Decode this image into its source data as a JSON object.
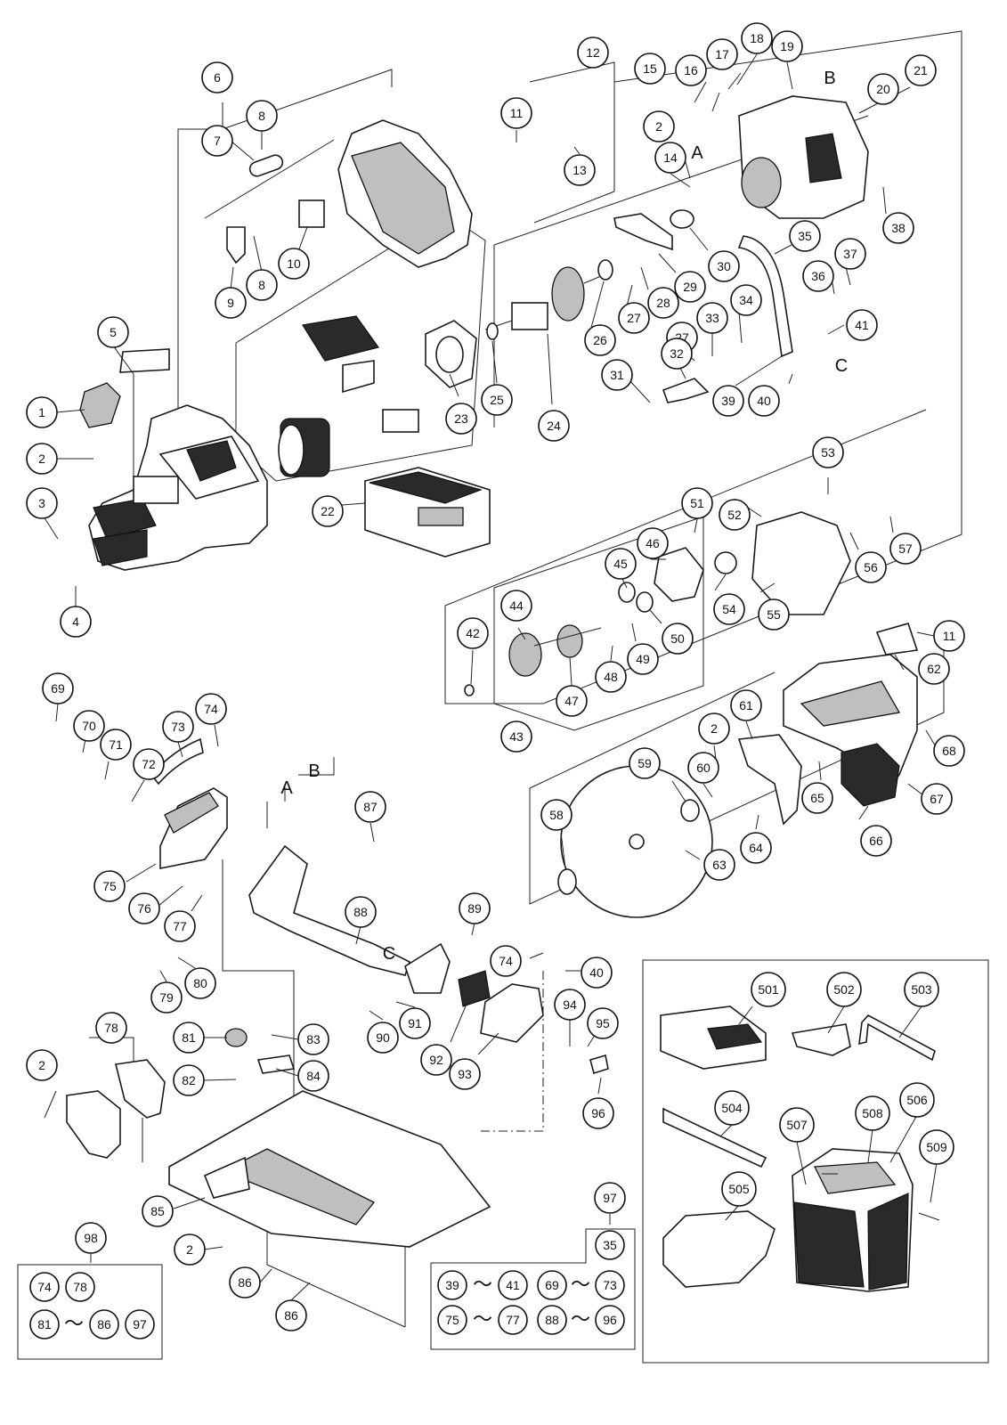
{
  "diagram": {
    "callouts": [
      {
        "id": "c1",
        "label": "1"
      },
      {
        "id": "c2a",
        "label": "2"
      },
      {
        "id": "c3",
        "label": "3"
      },
      {
        "id": "c4",
        "label": "4"
      },
      {
        "id": "c5",
        "label": "5"
      },
      {
        "id": "c6",
        "label": "6"
      },
      {
        "id": "c7",
        "label": "7"
      },
      {
        "id": "c8a",
        "label": "8"
      },
      {
        "id": "c8b",
        "label": "8"
      },
      {
        "id": "c9",
        "label": "9"
      },
      {
        "id": "c10",
        "label": "10"
      },
      {
        "id": "c11a",
        "label": "11"
      },
      {
        "id": "c12",
        "label": "12"
      },
      {
        "id": "c13",
        "label": "13"
      },
      {
        "id": "c2b",
        "label": "2"
      },
      {
        "id": "c14",
        "label": "14"
      },
      {
        "id": "c15",
        "label": "15"
      },
      {
        "id": "c16",
        "label": "16"
      },
      {
        "id": "c17",
        "label": "17"
      },
      {
        "id": "c18",
        "label": "18"
      },
      {
        "id": "c19",
        "label": "19"
      },
      {
        "id": "c20",
        "label": "20"
      },
      {
        "id": "c21",
        "label": "21"
      },
      {
        "id": "c38",
        "label": "38"
      },
      {
        "id": "c35",
        "label": "35"
      },
      {
        "id": "c30",
        "label": "30"
      },
      {
        "id": "c29",
        "label": "29"
      },
      {
        "id": "c28",
        "label": "28"
      },
      {
        "id": "c27a",
        "label": "27"
      },
      {
        "id": "c26",
        "label": "26"
      },
      {
        "id": "c25",
        "label": "25"
      },
      {
        "id": "c24",
        "label": "24"
      },
      {
        "id": "c23",
        "label": "23"
      },
      {
        "id": "c22",
        "label": "22"
      },
      {
        "id": "c36",
        "label": "36"
      },
      {
        "id": "c37",
        "label": "37"
      },
      {
        "id": "c34",
        "label": "34"
      },
      {
        "id": "c33",
        "label": "33"
      },
      {
        "id": "c27b",
        "label": "27"
      },
      {
        "id": "c32",
        "label": "32"
      },
      {
        "id": "c31",
        "label": "31"
      },
      {
        "id": "c39",
        "label": "39"
      },
      {
        "id": "c40a",
        "label": "40"
      },
      {
        "id": "c41",
        "label": "41"
      },
      {
        "id": "c53",
        "label": "53"
      },
      {
        "id": "c51",
        "label": "51"
      },
      {
        "id": "c52",
        "label": "52"
      },
      {
        "id": "c57",
        "label": "57"
      },
      {
        "id": "c56",
        "label": "56"
      },
      {
        "id": "c46",
        "label": "46"
      },
      {
        "id": "c45",
        "label": "45"
      },
      {
        "id": "c54",
        "label": "54"
      },
      {
        "id": "c55",
        "label": "55"
      },
      {
        "id": "c44",
        "label": "44"
      },
      {
        "id": "c42",
        "label": "42"
      },
      {
        "id": "c50",
        "label": "50"
      },
      {
        "id": "c49",
        "label": "49"
      },
      {
        "id": "c48",
        "label": "48"
      },
      {
        "id": "c47",
        "label": "47"
      },
      {
        "id": "c43",
        "label": "43"
      },
      {
        "id": "c11b",
        "label": "11"
      },
      {
        "id": "c62",
        "label": "62"
      },
      {
        "id": "c61",
        "label": "61"
      },
      {
        "id": "c2c",
        "label": "2"
      },
      {
        "id": "c68",
        "label": "68"
      },
      {
        "id": "c60",
        "label": "60"
      },
      {
        "id": "c59",
        "label": "59"
      },
      {
        "id": "c65",
        "label": "65"
      },
      {
        "id": "c67",
        "label": "67"
      },
      {
        "id": "c58",
        "label": "58"
      },
      {
        "id": "c64",
        "label": "64"
      },
      {
        "id": "c66",
        "label": "66"
      },
      {
        "id": "c63",
        "label": "63"
      },
      {
        "id": "c69",
        "label": "69"
      },
      {
        "id": "c70",
        "label": "70"
      },
      {
        "id": "c71",
        "label": "71"
      },
      {
        "id": "c73",
        "label": "73"
      },
      {
        "id": "c74a",
        "label": "74"
      },
      {
        "id": "c72",
        "label": "72"
      },
      {
        "id": "c75",
        "label": "75"
      },
      {
        "id": "c76",
        "label": "76"
      },
      {
        "id": "c77",
        "label": "77"
      },
      {
        "id": "c87",
        "label": "87"
      },
      {
        "id": "c88",
        "label": "88"
      },
      {
        "id": "c89",
        "label": "89"
      },
      {
        "id": "c79",
        "label": "79"
      },
      {
        "id": "c80",
        "label": "80"
      },
      {
        "id": "c74b",
        "label": "74"
      },
      {
        "id": "c40b",
        "label": "40"
      },
      {
        "id": "c90",
        "label": "90"
      },
      {
        "id": "c91",
        "label": "91"
      },
      {
        "id": "c94",
        "label": "94"
      },
      {
        "id": "c95",
        "label": "95"
      },
      {
        "id": "c92",
        "label": "92"
      },
      {
        "id": "c93",
        "label": "93"
      },
      {
        "id": "c96",
        "label": "96"
      },
      {
        "id": "c78",
        "label": "78"
      },
      {
        "id": "c81",
        "label": "81"
      },
      {
        "id": "c83",
        "label": "83"
      },
      {
        "id": "c82",
        "label": "82"
      },
      {
        "id": "c84",
        "label": "84"
      },
      {
        "id": "c2d",
        "label": "2"
      },
      {
        "id": "c85",
        "label": "85"
      },
      {
        "id": "c2e",
        "label": "2"
      },
      {
        "id": "c86a",
        "label": "86"
      },
      {
        "id": "c86b",
        "label": "86"
      },
      {
        "id": "c98",
        "label": "98"
      },
      {
        "id": "c97",
        "label": "97"
      },
      {
        "id": "c501",
        "label": "501"
      },
      {
        "id": "c502",
        "label": "502"
      },
      {
        "id": "c503",
        "label": "503"
      },
      {
        "id": "c504",
        "label": "504"
      },
      {
        "id": "c506",
        "label": "506"
      },
      {
        "id": "c507",
        "label": "507"
      },
      {
        "id": "c508",
        "label": "508"
      },
      {
        "id": "c509",
        "label": "509"
      },
      {
        "id": "c505",
        "label": "505"
      }
    ],
    "letters": [
      {
        "id": "lA1",
        "text": "A"
      },
      {
        "id": "lB1",
        "text": "B"
      },
      {
        "id": "lC1",
        "text": "C"
      },
      {
        "id": "lA2",
        "text": "A"
      },
      {
        "id": "lB2",
        "text": "B"
      },
      {
        "id": "lC2",
        "text": "C"
      }
    ],
    "set_98": {
      "row1": [
        "74",
        "78"
      ],
      "row2_from": "81",
      "row2_sep": "～",
      "row2_to": "86",
      "row2_extra": "97"
    },
    "set_97": {
      "top": "35",
      "ranges": [
        {
          "from": "39",
          "to": "41"
        },
        {
          "from": "69",
          "to": "73"
        },
        {
          "from": "75",
          "to": "77"
        },
        {
          "from": "88",
          "to": "96"
        }
      ],
      "sep": "～"
    }
  }
}
